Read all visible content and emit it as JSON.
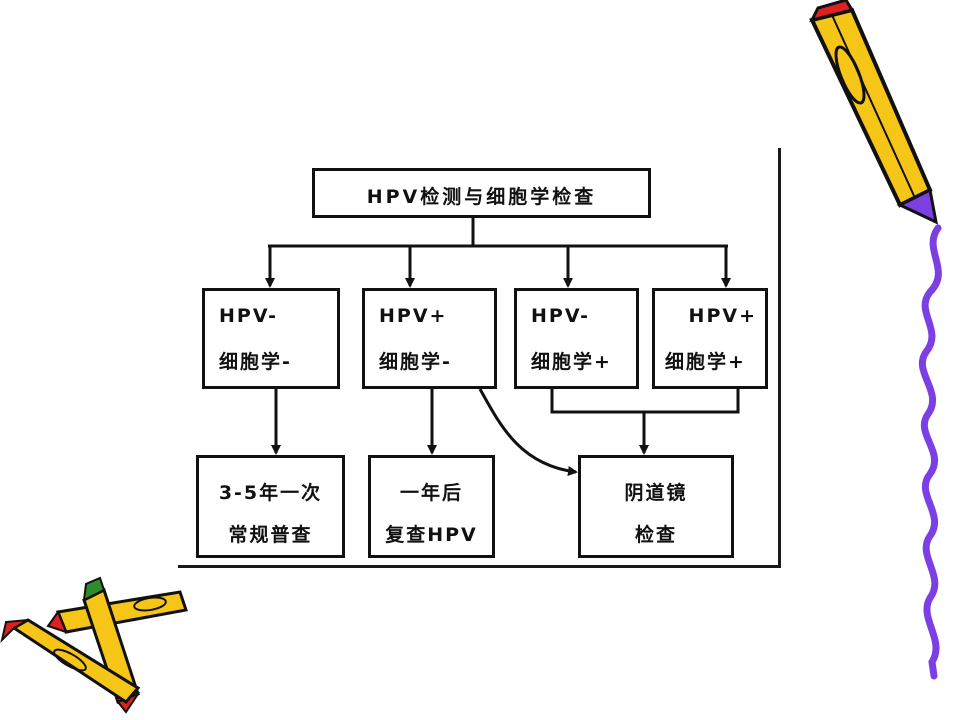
{
  "diagram": {
    "root": {
      "label": "HPV检测与细胞学检查"
    },
    "results": [
      {
        "line1": "HPV-",
        "line2": "细胞学-"
      },
      {
        "line1": "HPV+",
        "line2": "细胞学-"
      },
      {
        "line1": "HPV-",
        "line2": "细胞学+"
      },
      {
        "line1": "HPV+",
        "line2": "细胞学+"
      }
    ],
    "actions": [
      {
        "line1": "3-5年一次",
        "line2": "常规普查"
      },
      {
        "line1": "一年后",
        "line2": "复查HPV"
      },
      {
        "line1": "阴道镜",
        "line2": "检查"
      }
    ]
  },
  "decorations": {
    "pencil_colors": [
      "#f5c518",
      "#7b3fe4",
      "#e02020",
      "#2e8b2e"
    ],
    "squiggle_color": "#7b3fe4",
    "icons": [
      "pencil-icon",
      "crossed-pencils-icon"
    ]
  }
}
